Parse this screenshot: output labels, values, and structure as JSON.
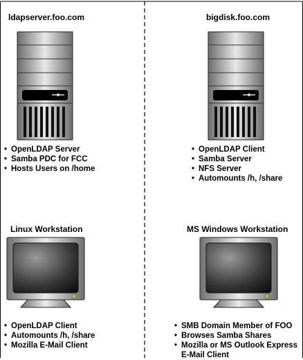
{
  "servers": [
    {
      "hostname": "ldapserver.foo.com",
      "features": [
        "OpenLDAP Server",
        "Samba PDC for FCC",
        "Hosts Users on /home"
      ]
    },
    {
      "hostname": "bigdisk.foo.com",
      "features": [
        "OpenLDAP Client",
        "Samba Server",
        "NFS Server",
        "Automounts /h, /share"
      ]
    }
  ],
  "workstations": [
    {
      "title": "Linux Workstation",
      "features": [
        "OpenLDAP Client",
        "Automounts /h, /share",
        "Mozilla E-Mail Client"
      ]
    },
    {
      "title": "MS Windows Workstation",
      "features": [
        "SMB Domain Member of FOO",
        "Browses Samba Shares",
        "Mozilla or MS Outlook Express"
      ],
      "feature_continuation": "E-Mail Client"
    }
  ],
  "colors": {
    "accent": "#8fd84a"
  }
}
